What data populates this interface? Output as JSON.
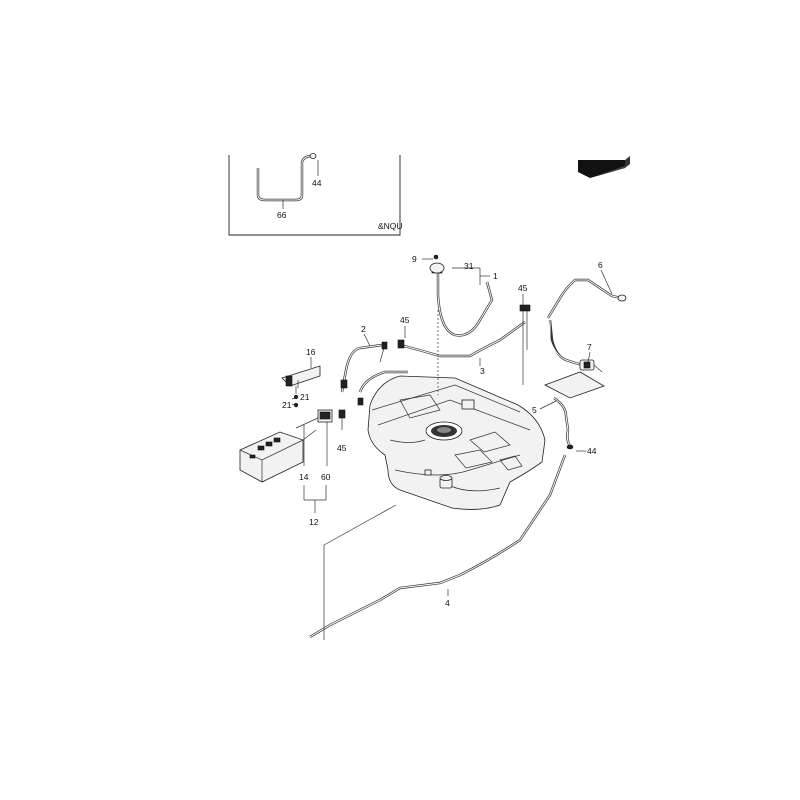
{
  "inset": {
    "code": "&NQU"
  },
  "callouts": {
    "c1": "1",
    "c2": "2",
    "c3": "3",
    "c4": "4",
    "c5": "5",
    "c6": "6",
    "c7": "7",
    "c9": "9",
    "c12": "12",
    "c14": "14",
    "c16": "16",
    "c21a": "21",
    "c21b": "21",
    "c31": "31",
    "c44a": "44",
    "c44b": "44",
    "c45a": "45",
    "c45b": "45",
    "c45c": "45",
    "c60": "60",
    "c66": "66"
  },
  "colors": {
    "line": "#222222",
    "background": "#ffffff",
    "fill": "#f2f2f2"
  }
}
